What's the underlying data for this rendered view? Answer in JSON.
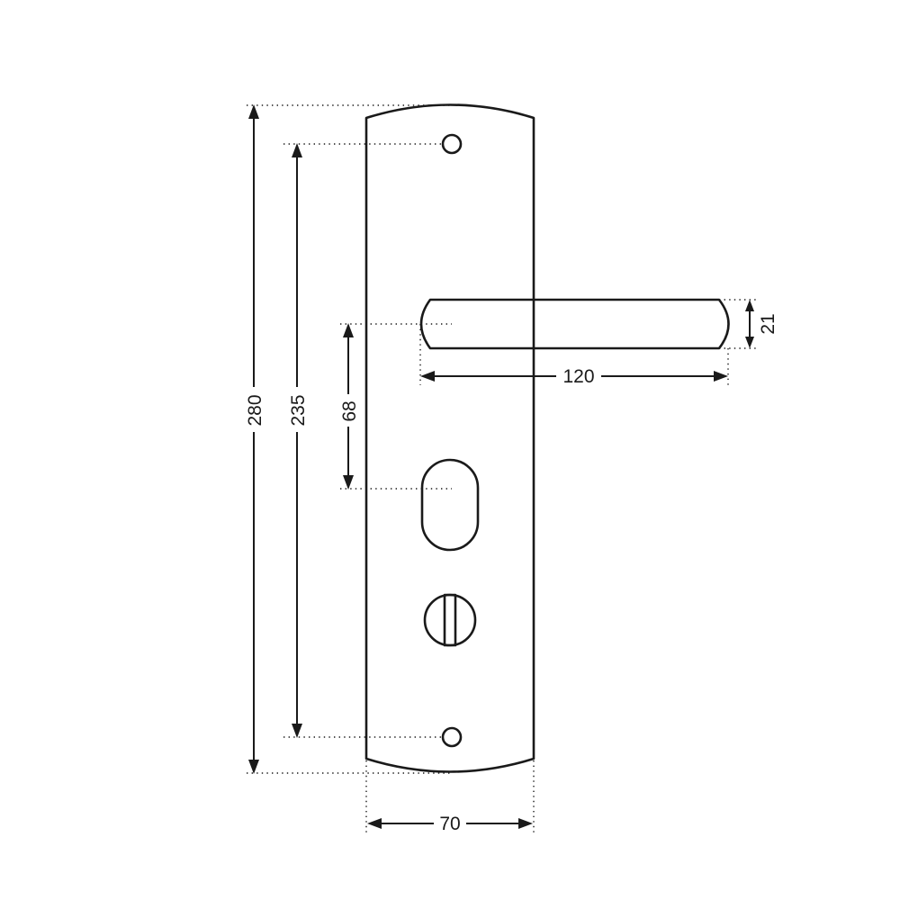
{
  "dimensions": {
    "overall_height": "280",
    "screw_spacing": "235",
    "lever_to_keyhole": "68",
    "plate_width": "70",
    "lever_length": "120",
    "lever_thickness": "21"
  },
  "colors": {
    "line": "#1a1a1a",
    "background": "#ffffff"
  }
}
